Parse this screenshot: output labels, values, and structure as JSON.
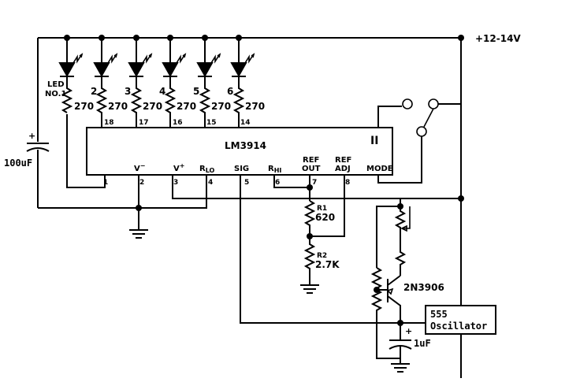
{
  "supply_label": "+12-14V",
  "ic": {
    "name": "LM3914",
    "top_pins": [
      "18",
      "17",
      "16",
      "15",
      "14"
    ],
    "bottom_pins": [
      "1",
      "2",
      "3",
      "4",
      "5",
      "6",
      "7",
      "8"
    ],
    "pin_labels": {
      "vminus": "V",
      "vminus_sup": "−",
      "vplus": "V",
      "vplus_sup": "+",
      "rlo": "R",
      "rlo_sub": "LO",
      "sig": "SIG",
      "rhi": "R",
      "rhi_sub": "HI",
      "refout_1": "REF",
      "refout_2": "OUT",
      "refadj_1": "REF",
      "refadj_2": "ADJ",
      "mode": "MODE"
    },
    "switch_mark": "II"
  },
  "leds": {
    "first_label_1": "LED",
    "first_label_2": "NO.1",
    "numbers": [
      "2",
      "3",
      "4",
      "5",
      "6"
    ],
    "resistor_value": "270"
  },
  "capacitor_main": "100uF",
  "r1": {
    "name": "R1",
    "value": "620"
  },
  "r2": {
    "name": "R2",
    "value": "2.7K"
  },
  "transistor": "2N3906",
  "oscillator": {
    "line1": "555",
    "line2": "Oscillator"
  },
  "capacitor_small": "1uF",
  "cap_plus": "+"
}
